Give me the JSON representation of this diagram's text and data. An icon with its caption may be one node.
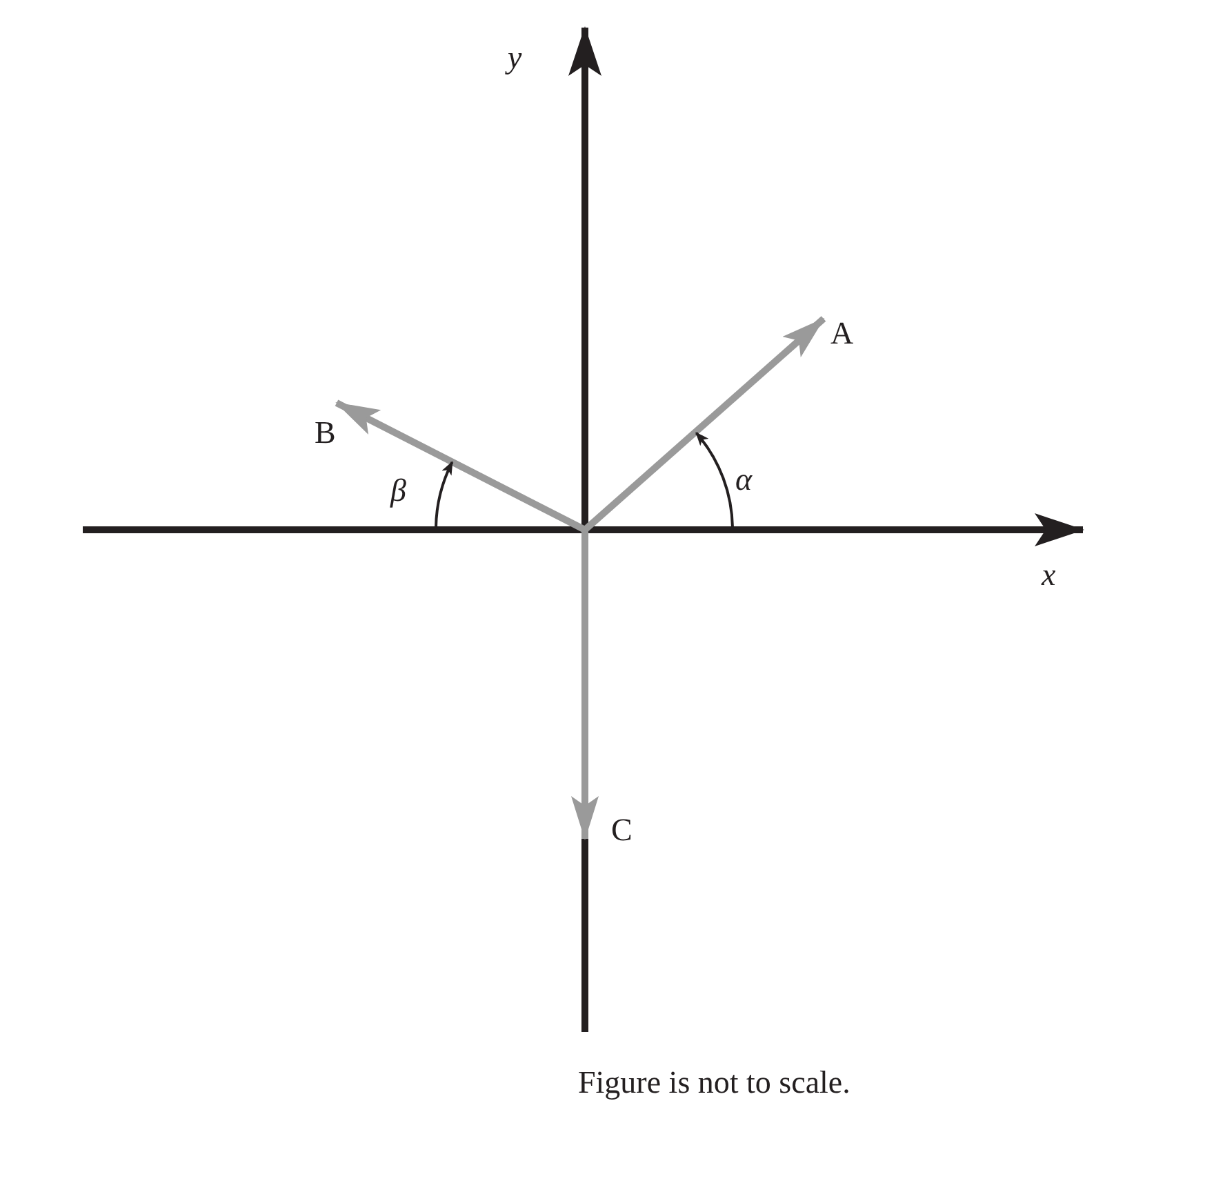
{
  "diagram": {
    "caption": "Figure is not to scale.",
    "labels": [
      "y",
      "A",
      "B",
      "β",
      "α",
      "x",
      "C"
    ]
  }
}
